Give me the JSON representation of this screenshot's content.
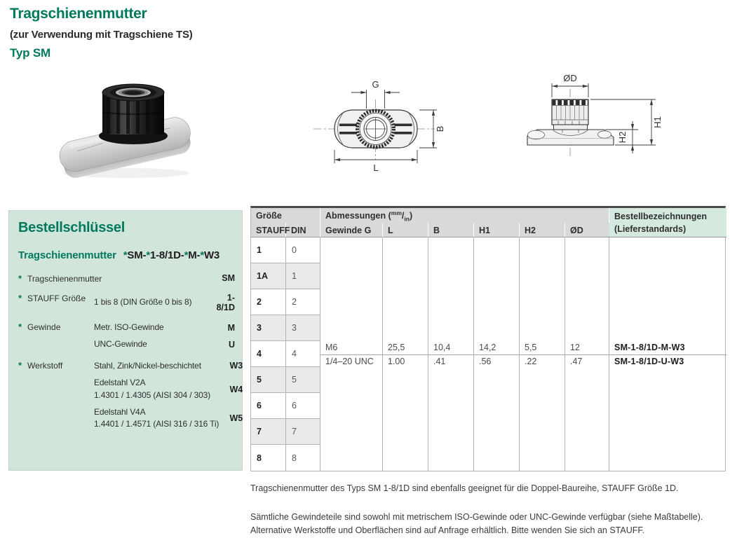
{
  "colors": {
    "green": "#00795c",
    "panel_bg": "#d2e5da",
    "hdr_gray": "#d8d9da",
    "hdr_green": "#d5e9de",
    "row_alt": "#e9eaea"
  },
  "header": {
    "title": "Tragschienenmutter",
    "subtitle": "(zur Verwendung mit Tragschiene TS)",
    "type_label": "Typ SM"
  },
  "order_key": {
    "title": "Bestellschlüssel",
    "product_label": "Tragschienenmutter",
    "star": "*",
    "code_segments": [
      {
        "text": "SM-"
      },
      {
        "text": "1-8/1D-"
      },
      {
        "text": "M-"
      },
      {
        "text": "W3"
      }
    ],
    "groups": [
      {
        "label": "Tragschienenmutter",
        "options": [
          {
            "desc": "",
            "code": "SM"
          }
        ]
      },
      {
        "label": "STAUFF Größe",
        "options": [
          {
            "desc": "1 bis 8 (DIN Größe 0 bis 8)",
            "code": "1-8/1D"
          }
        ]
      },
      {
        "label": "Gewinde",
        "options": [
          {
            "desc": "Metr. ISO-Gewinde",
            "code": "M"
          },
          {
            "desc": "UNC-Gewinde",
            "code": "U"
          }
        ]
      },
      {
        "label": "Werkstoff",
        "options": [
          {
            "desc": "Stahl, Zink/Nickel-beschichtet",
            "code": "W3"
          },
          {
            "desc": "Edelstahl V2A",
            "desc2": "1.4301 / 1.4305 (AISI 304 / 303)",
            "code": "W4"
          },
          {
            "desc": "Edelstahl V4A",
            "desc2": "1.4401 / 1.4571 (AISI 316 / 316 Ti)",
            "code": "W5"
          }
        ]
      }
    ]
  },
  "drawings": {
    "top_view": {
      "g": "G",
      "b": "B",
      "l": "L"
    },
    "side_view": {
      "od": "ØD",
      "h1": "H1",
      "h2": "H2"
    }
  },
  "table": {
    "header": {
      "groesse": "Größe",
      "stauff": "STAUFF",
      "din": "DIN",
      "abmessungen": "Abmessungen",
      "unit_open": " (",
      "unit_sup": "mm",
      "unit_slash": "/",
      "unit_sub": "in",
      "unit_close": ")",
      "gewinde_g": "Gewinde G",
      "l": "L",
      "b": "B",
      "h1": "H1",
      "h2": "H2",
      "od": "ØD",
      "bestell": "Bestellbezeichnungen",
      "lieferstandards": "(Lieferstandards)"
    },
    "size_rows": [
      {
        "stauff": "1",
        "din": "0"
      },
      {
        "stauff": "1A",
        "din": "1"
      },
      {
        "stauff": "2",
        "din": "2"
      },
      {
        "stauff": "3",
        "din": "3"
      },
      {
        "stauff": "4",
        "din": "4"
      },
      {
        "stauff": "5",
        "din": "5"
      },
      {
        "stauff": "6",
        "din": "6"
      },
      {
        "stauff": "7",
        "din": "7"
      },
      {
        "stauff": "8",
        "din": "8"
      }
    ],
    "metric": {
      "gewinde": "M6",
      "l": "25,5",
      "b": "10,4",
      "h1": "14,2",
      "h2": "5,5",
      "od": "12",
      "code": "SM-1-8/1D-M-W3"
    },
    "inch": {
      "gewinde": "1/4–20 UNC",
      "l": "1.00",
      "b": ".41",
      "h1": ".56",
      "h2": ".22",
      "od": ".47",
      "code": "SM-1-8/1D-U-W3"
    }
  },
  "notes": {
    "note1": "Tragschienenmutter des Typs SM 1-8/1D sind ebenfalls geeignet für die Doppel-Baureihe, STAUFF Größe 1D.",
    "note2": "Sämtliche Gewindeteile sind sowohl mit metrischem ISO-Gewinde oder UNC-Gewinde verfügbar (siehe Maßtabelle).",
    "note3": "Alternative Werkstoffe und Oberflächen sind auf Anfrage erhältlich. Bitte wenden Sie sich an STAUFF."
  }
}
